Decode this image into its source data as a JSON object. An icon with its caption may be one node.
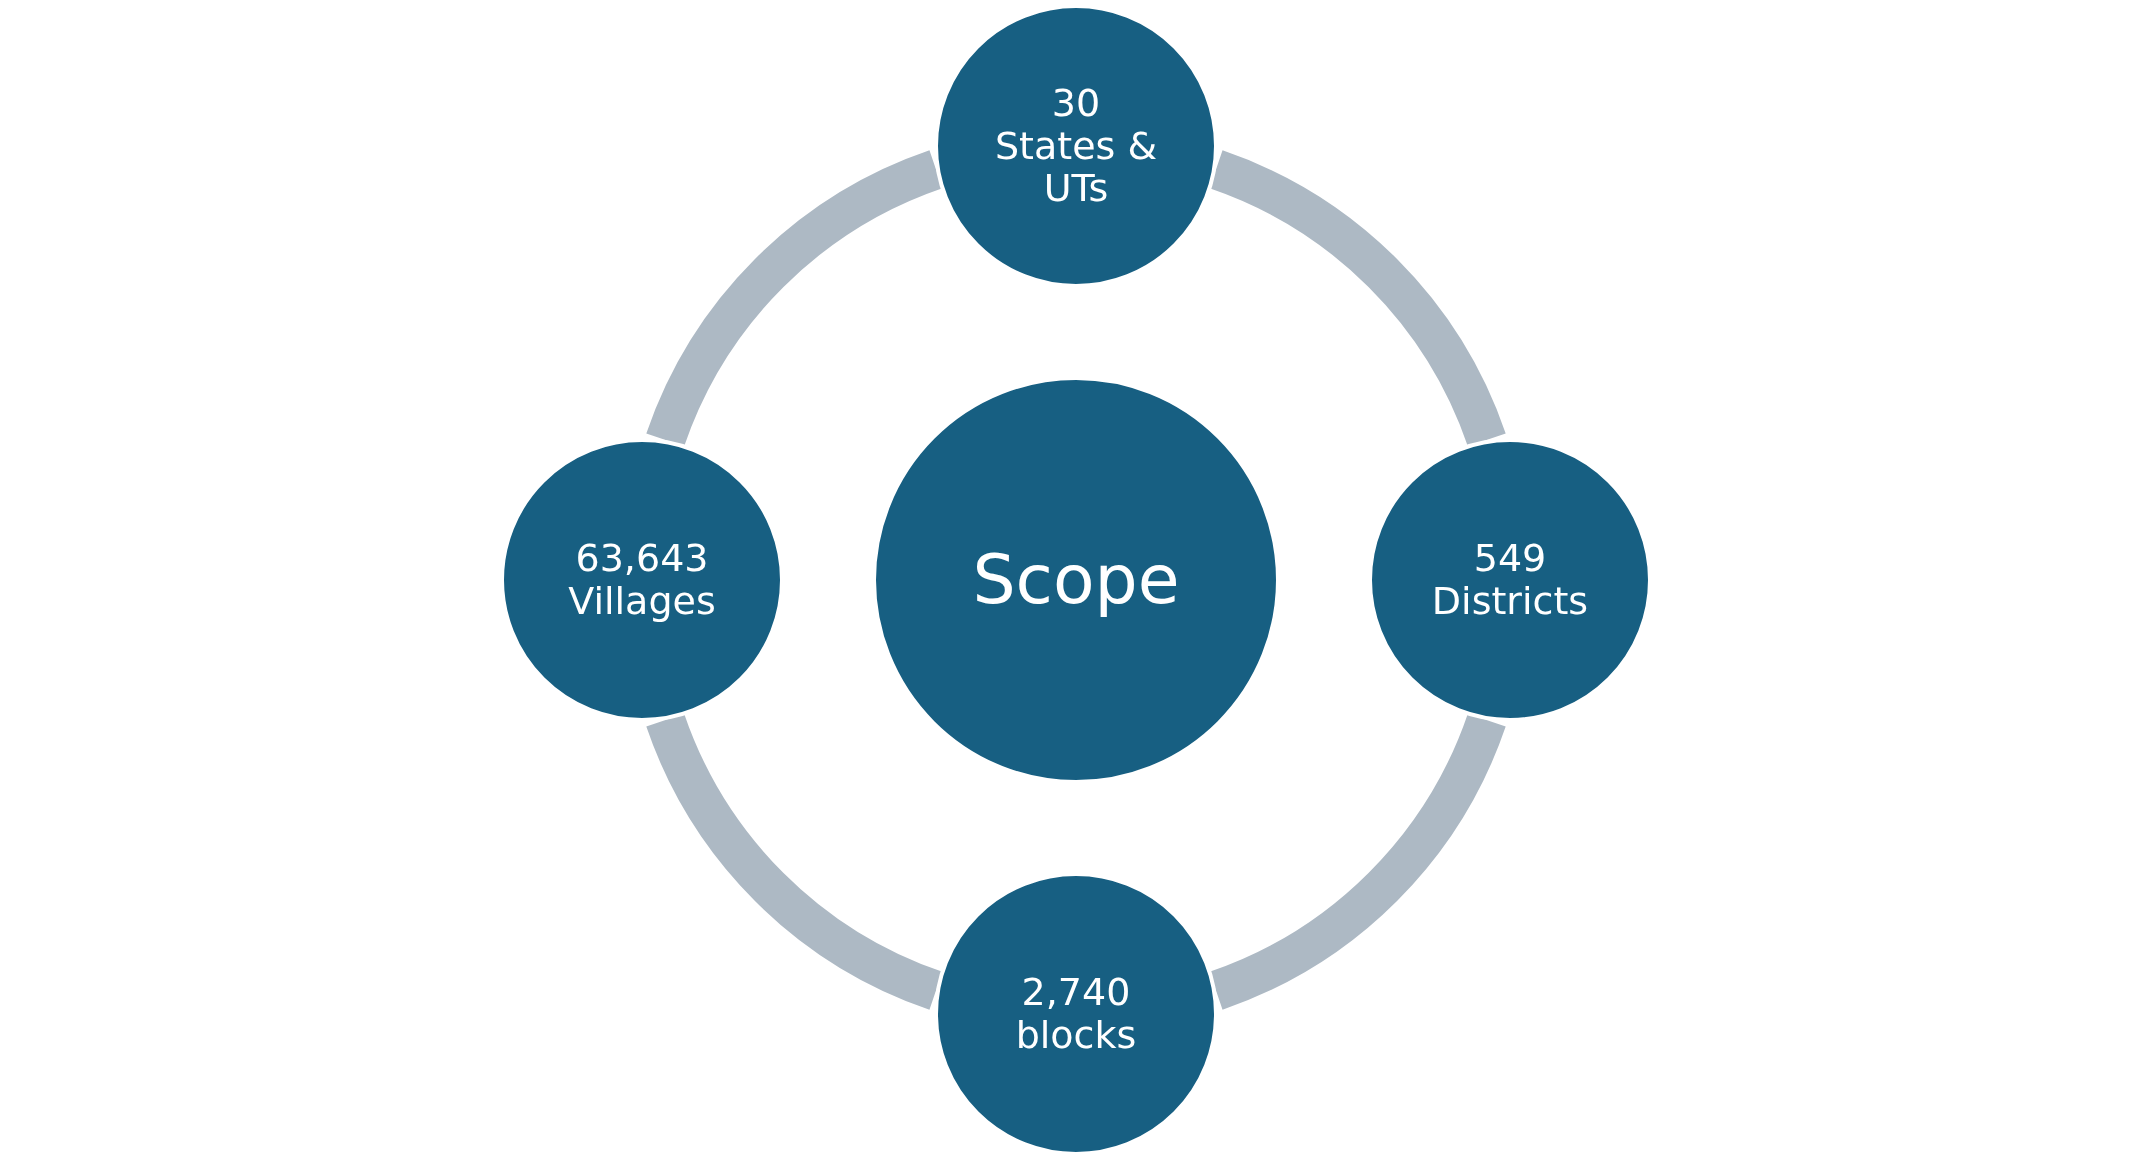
{
  "diagram": {
    "nodes": [
      {
        "text": [
          "Scope"
        ]
      },
      {
        "text": [
          "30",
          "States & UTs"
        ]
      },
      {
        "text": [
          "549",
          "Districts"
        ]
      },
      {
        "text": [
          "2,740",
          "blocks"
        ]
      },
      {
        "text": [
          "63,643",
          "Villages"
        ]
      }
    ],
    "edges": [
      {
        "from": 1,
        "to": 2,
        "arrow": "none"
      },
      {
        "from": 2,
        "to": 3,
        "arrow": "none"
      },
      {
        "from": 3,
        "to": 4,
        "arrow": "none"
      },
      {
        "from": 4,
        "to": 1,
        "arrow": "none"
      }
    ]
  }
}
